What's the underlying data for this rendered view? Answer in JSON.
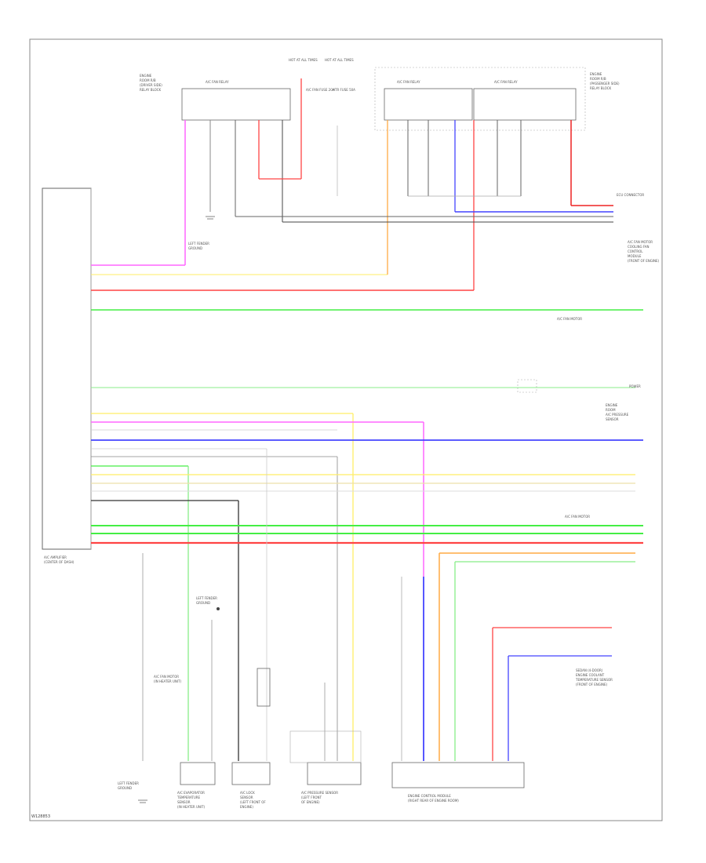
{
  "diagram": {
    "labels": {
      "top_left_group": [
        "ENGINE",
        "ROOM R/B",
        "(DRIVER SIDE)",
        "RELAY BLOCK"
      ],
      "top_right_group": [
        "ENGINE",
        "ROOM R/B",
        "(PASSENGER SIDE)",
        "RELAY BLOCK"
      ],
      "relay_a": "A/C FAN RELAY",
      "relay_b": "A/C FAN RELAY",
      "relay_c": "A/C FAN RELAY",
      "hot_at_all_times_1": "HOT AT ALL TIMES",
      "hot_at_all_times_2": "HOT AT ALL TIMES",
      "fuse_1": "A/C FAN FUSE 20A",
      "fuse_2": "HTR FUSE 50A",
      "right_connector": "ECU CONNECTOR",
      "left_component": [
        "A/C AMPLIFIER",
        "(CENTER OF DASH)"
      ],
      "left_ground": [
        "LEFT FENDER",
        "GROUND"
      ],
      "tag_center": "A/C FAN MOTOR",
      "tag_lower": "A/C FAN MOTOR",
      "ground_mid": [
        "LEFT FENDER",
        "GROUND"
      ],
      "right_mid_block": [
        "ENGINE",
        "ROOM",
        "A/C PRESSURE",
        "SENSOR"
      ],
      "right_side_labels": [
        "A/C FAN MOTOR",
        "COOLING FAN",
        "CONTROL",
        "MODULE",
        "(FRONT OF ENGINE)"
      ],
      "right_lower_labels": [
        "SEDAN (4-DOOR)",
        "ENGINE COOLANT",
        "TEMPERATURE SENSOR",
        "(FRONT OF ENGINE)"
      ],
      "bottom_components": [
        [
          "A/C EVAPORATOR",
          "TEMPERATURE",
          "SENSOR",
          "(IN HEATER UNIT)"
        ],
        [
          "A/C LOCK",
          "SENSOR",
          "(LEFT FRONT OF",
          "ENGINE)"
        ],
        [
          "A/C PRESSURE SENSOR",
          "(LEFT FRONT",
          "OF ENGINE)"
        ],
        [
          "ENGINE CONTROL MODULE",
          "(RIGHT REAR OF ENGINE ROOM)"
        ]
      ],
      "power_tag": "POWER",
      "left_fender_bottom": [
        "LEFT FENDER",
        "GROUND"
      ],
      "amp_small_note": [
        "A/C FAN MOTOR",
        "(IN HEATER UNIT)"
      ],
      "page_code": "W128853"
    },
    "wire_colors": {
      "pink": "#ff66ff",
      "red": "#ff4444",
      "green": "#44ee44",
      "yellow": "#ffee66",
      "blue": "#4444ff",
      "orange": "#ffaa44",
      "light_green": "#88ee88",
      "gray": "#888888",
      "black": "#222222",
      "dark_red": "#ee2222"
    }
  }
}
